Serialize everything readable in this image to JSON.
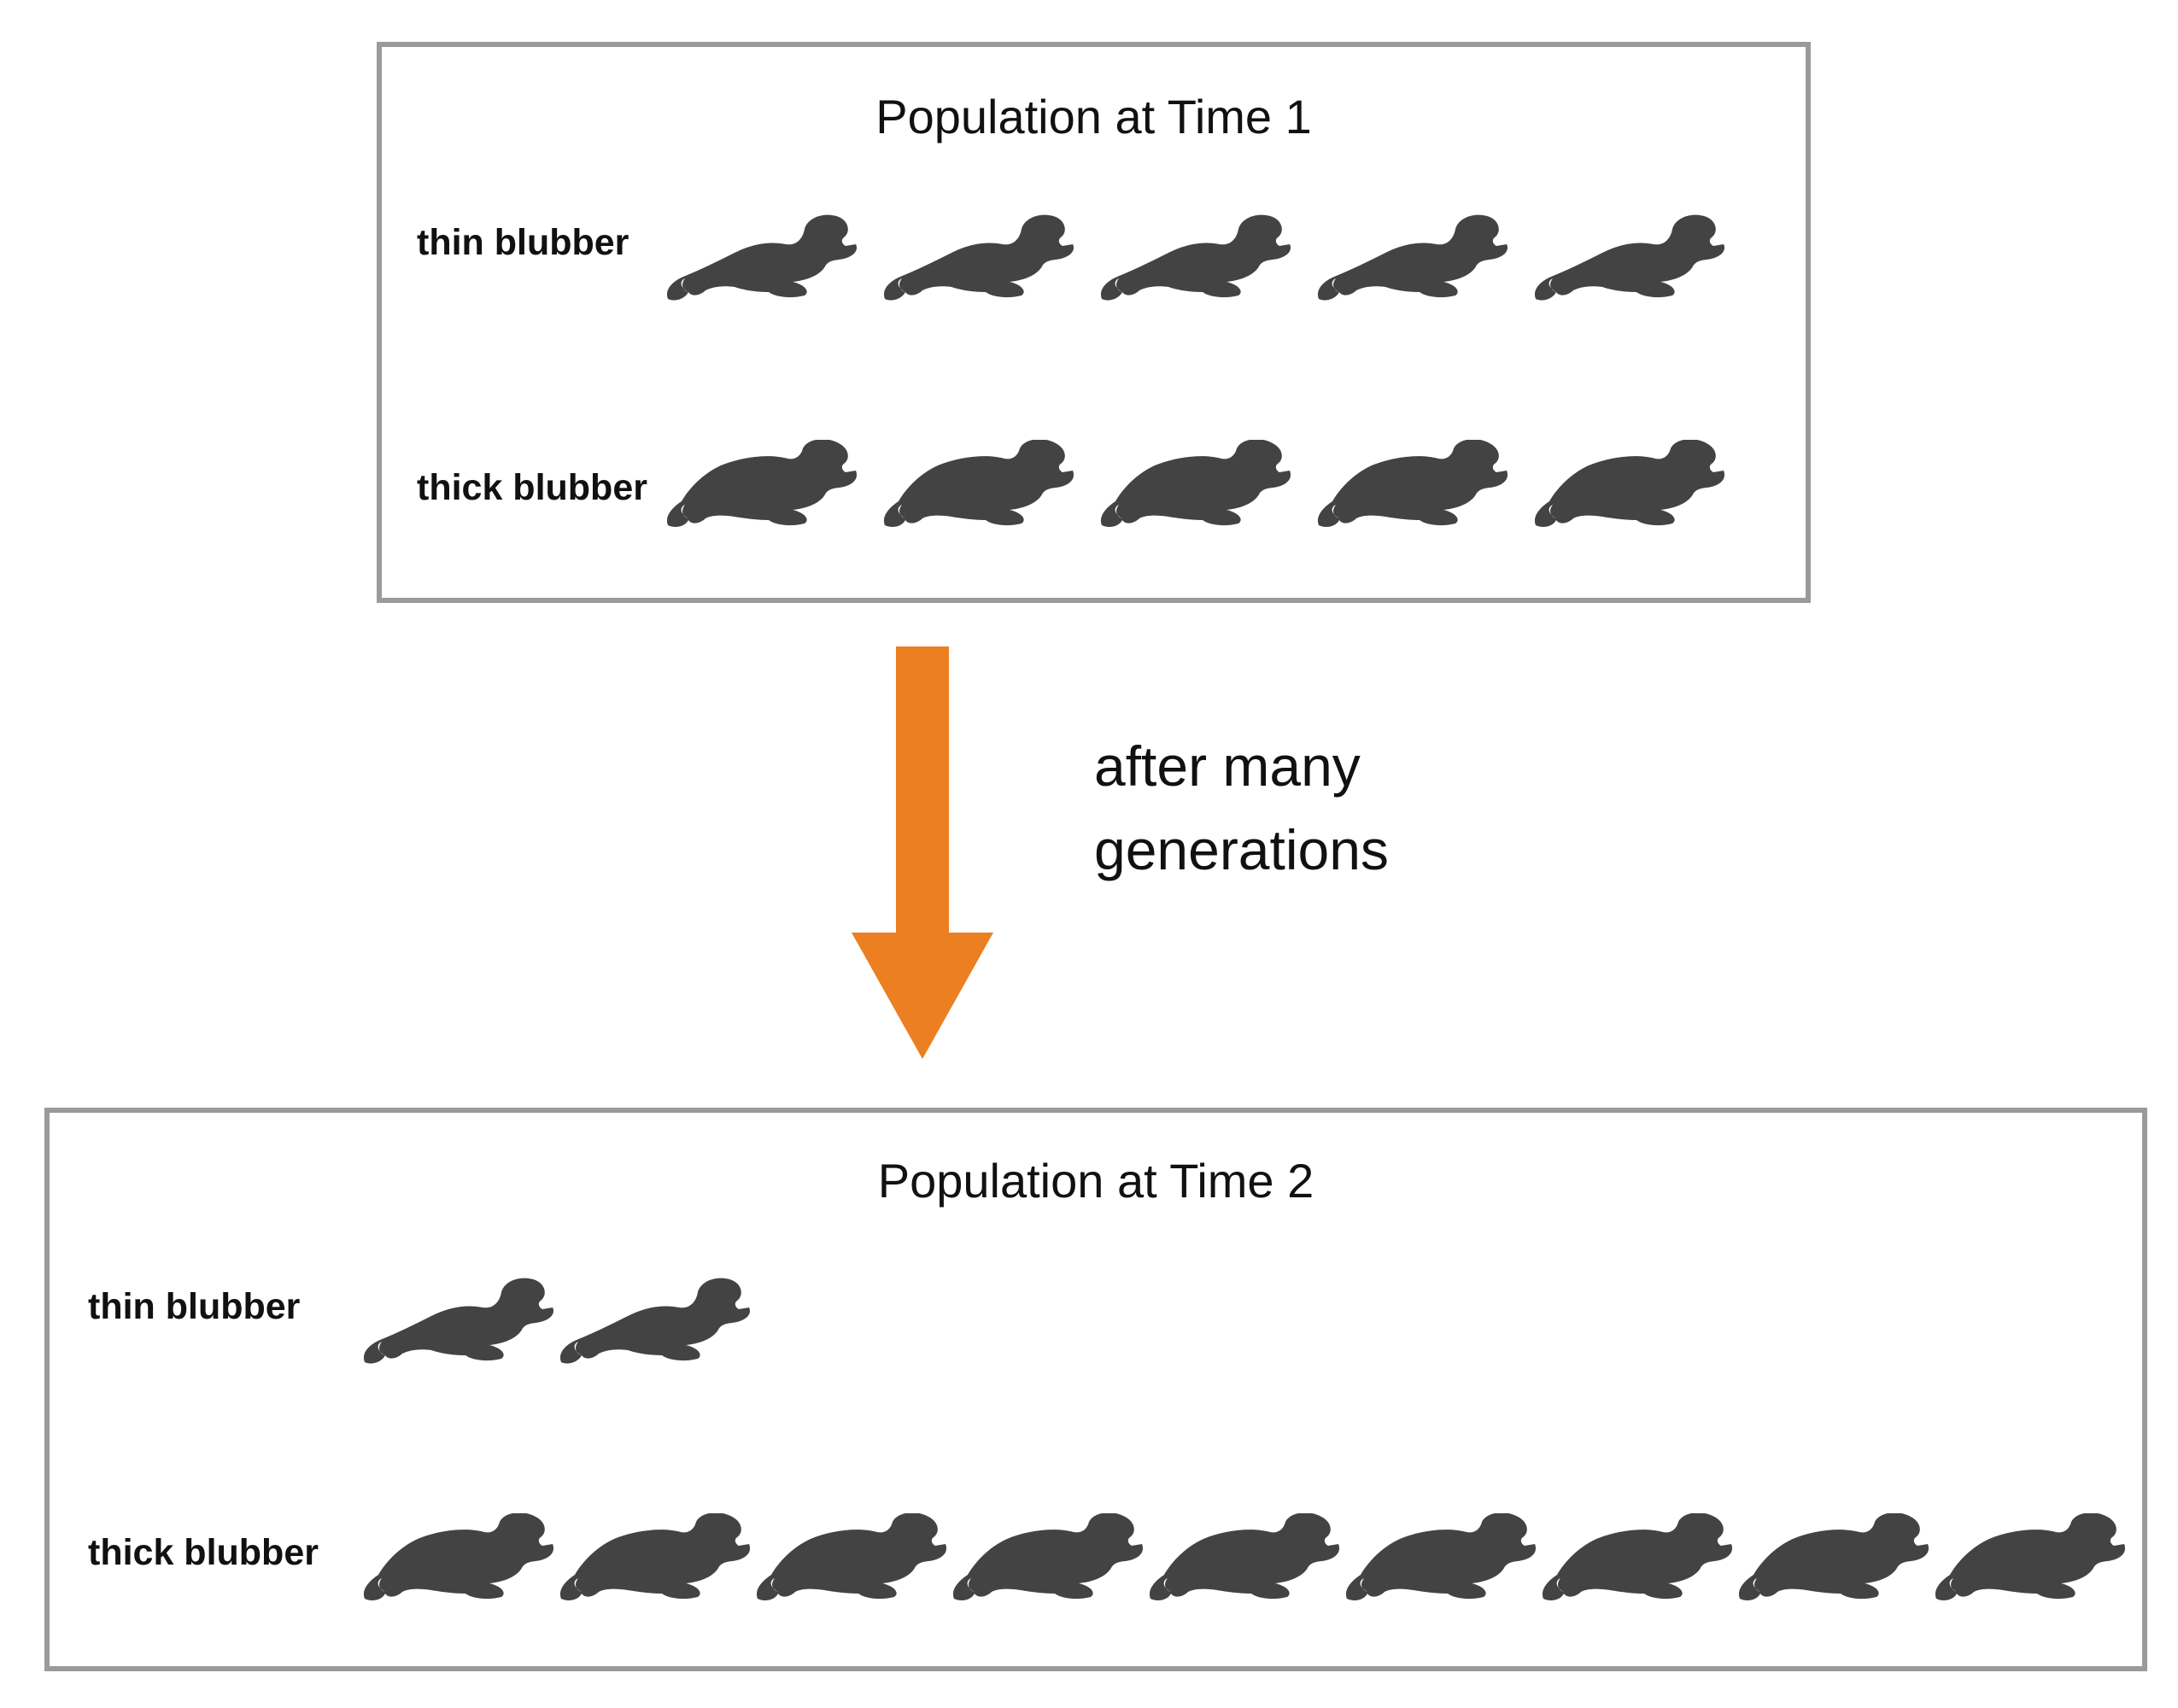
{
  "colors": {
    "seal": "#434343",
    "arrow": "#ec7f22",
    "panel_border": "#9a9a9a"
  },
  "icons": {
    "thin_seal": "thin-seal-icon",
    "thick_seal": "thick-seal-icon",
    "arrow": "down-arrow-icon"
  },
  "time1": {
    "title": "Population at Time 1",
    "thin_label": "thin blubber",
    "thick_label": "thick blubber",
    "thin_count": 5,
    "thick_count": 5
  },
  "transition": {
    "line1": "after many",
    "line2": "generations"
  },
  "time2": {
    "title": "Population at Time 2",
    "thin_label": "thin blubber",
    "thick_label": "thick blubber",
    "thin_count": 2,
    "thick_count": 9
  }
}
